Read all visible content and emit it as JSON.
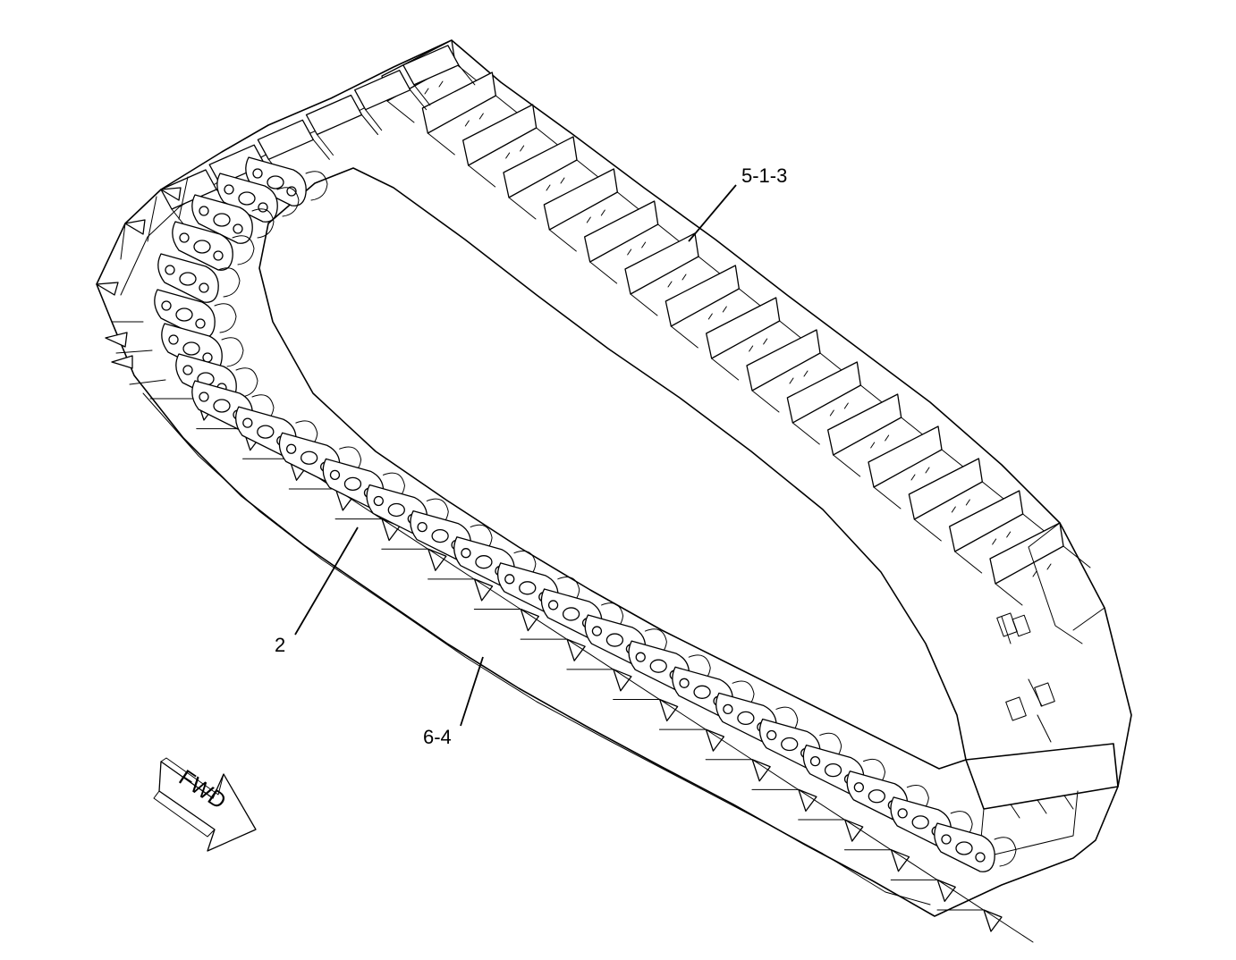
{
  "callouts": [
    {
      "label": "5-1-3"
    },
    {
      "label": "2"
    },
    {
      "label": "6-4"
    }
  ],
  "direction_arrow": {
    "label": "FWD",
    "icon": "forward-arrow-icon"
  },
  "colors": {
    "ink": "#000000",
    "background": "#ffffff"
  }
}
